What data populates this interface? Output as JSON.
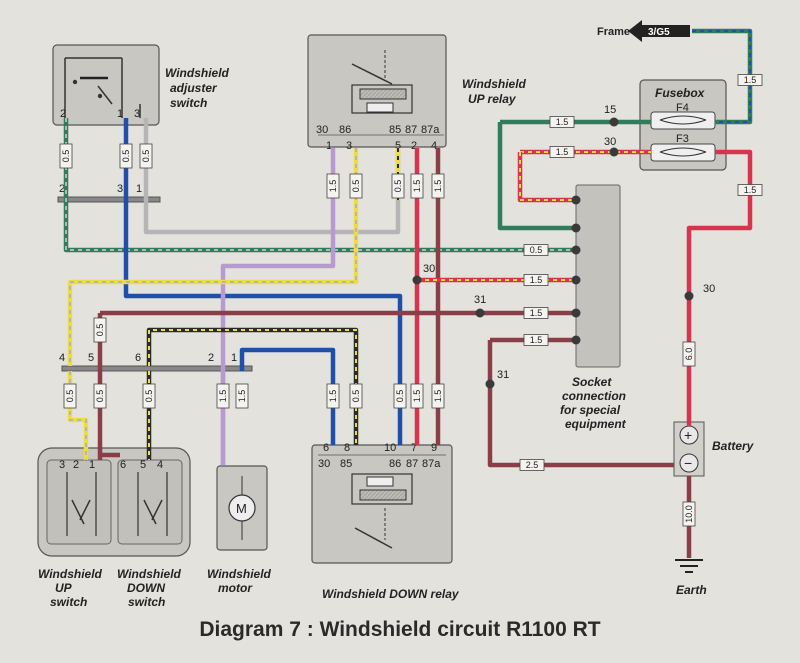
{
  "caption": "Diagram 7 : Windshield circuit R1100 RT",
  "frame": {
    "label": "Frame",
    "tag": "3/G5"
  },
  "fusebox": {
    "title": "Fusebox",
    "fuse_upper": "F4",
    "fuse_lower": "F3"
  },
  "adjuster_switch": {
    "title_1": "Windshield",
    "title_2": "adjuster",
    "title_3": "switch",
    "pins": [
      "2",
      "1",
      "3"
    ]
  },
  "up_relay": {
    "title_1": "Windshield",
    "title_2": "UP relay",
    "terminals": [
      "30",
      "86",
      "85",
      "87",
      "87a"
    ],
    "pins": [
      "1",
      "3",
      "5",
      "2",
      "4"
    ]
  },
  "down_relay": {
    "title": "Windshield DOWN relay",
    "pins": [
      "6",
      "8",
      "10",
      "7",
      "9"
    ],
    "terminals": [
      "30",
      "85",
      "86",
      "87",
      "87a"
    ]
  },
  "socket": {
    "title_1": "Socket",
    "title_2": "connection",
    "title_3": "for special",
    "title_4": "equipment"
  },
  "battery": {
    "title": "Battery",
    "plus": "+",
    "minus": "−"
  },
  "earth": {
    "title": "Earth"
  },
  "up_switch": {
    "title_1": "Windshield",
    "title_2": "UP",
    "title_3": "switch",
    "pins": [
      "3",
      "2",
      "1"
    ]
  },
  "down_switch": {
    "title_1": "Windshield",
    "title_2": "DOWN",
    "title_3": "switch",
    "pins": [
      "6",
      "5",
      "4"
    ]
  },
  "motor": {
    "title_1": "Windshield",
    "title_2": "motor",
    "symbol": "M"
  },
  "harness_top": {
    "pins": [
      "2",
      "3",
      "1"
    ]
  },
  "harness_bottom": {
    "pins": [
      "4",
      "5",
      "6",
      "2",
      "1"
    ]
  },
  "nodes": {
    "n15": "15",
    "n30_fuse": "30",
    "n30_junction": "30",
    "n31_a": "31",
    "n31_b": "31",
    "n30_battery": "30"
  },
  "wire_sizes": {
    "adj_1": "0.5",
    "adj_2": "0.5",
    "adj_3": "0.5",
    "up_1": "1.5",
    "up_3": "0.5",
    "up_5": "0.5",
    "up_2": "1.5",
    "up_4": "1.5",
    "sock_1": "0.5",
    "sock_2": "1.5",
    "sock_3": "1.5",
    "sock_4": "1.5",
    "fuse_a": "1.5",
    "fuse_b": "1.5",
    "frame": "1.5",
    "batt_feed": "1.5",
    "batt_6": "6.0",
    "batt_25": "2.5",
    "earth": "10.0",
    "h4": "0.5",
    "h5": "0.5",
    "h6": "0.5",
    "h5b": "0.5",
    "m2": "1.5",
    "m1": "1.5",
    "dn_6": "1.5",
    "dn_8": "0.5",
    "dn_10": "0.5",
    "dn_7": "1.5",
    "dn_9": "1.5"
  },
  "colors": {
    "green": "#2f7d5a",
    "blue": "#1f4fa8",
    "grey": "#b5b5b5",
    "yellow": "#eedd42",
    "violet": "#b79ad0",
    "red": "#d8344e",
    "brown": "#8a3f48",
    "black": "#2a2a2a",
    "box": "#c9c7c2",
    "box_dark": "#b7b5b0"
  }
}
